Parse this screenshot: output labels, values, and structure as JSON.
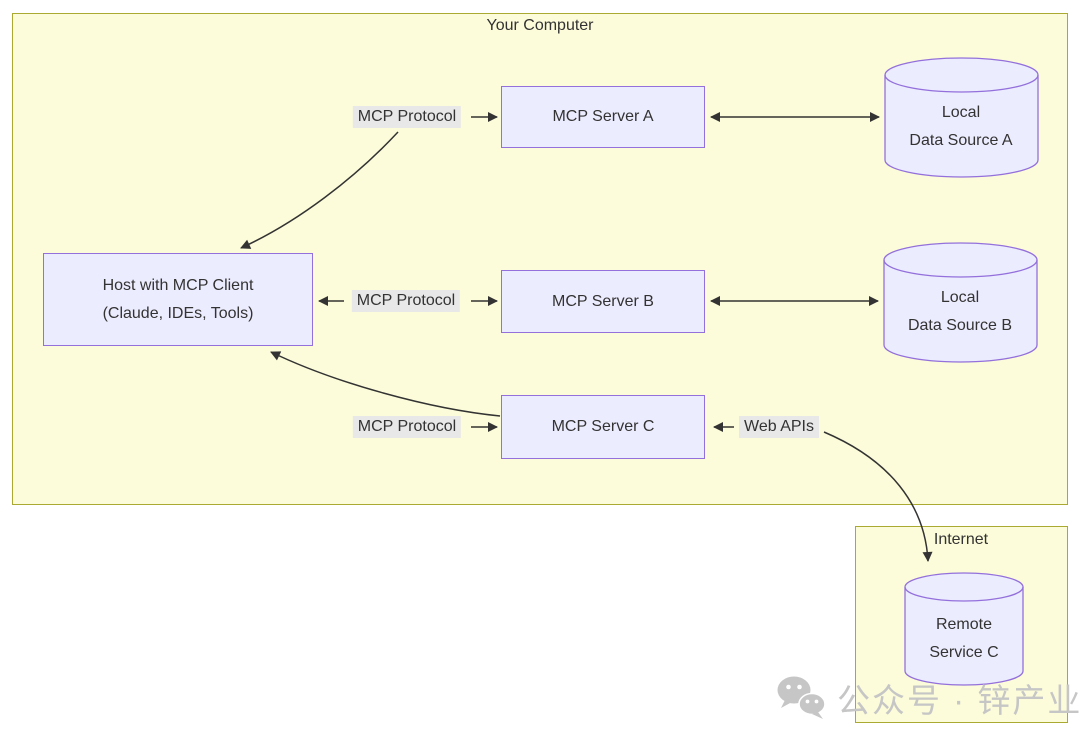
{
  "diagram": {
    "title": "Your Computer",
    "internet_title": "Internet",
    "nodes": {
      "host": {
        "line1": "Host with MCP Client",
        "line2": "(Claude, IDEs, Tools)"
      },
      "server_a": "MCP Server A",
      "server_b": "MCP Server B",
      "server_c": "MCP Server C",
      "data_source_a": {
        "line1": "Local",
        "line2": "Data Source A"
      },
      "data_source_b": {
        "line1": "Local",
        "line2": "Data Source B"
      },
      "remote_service": {
        "line1": "Remote",
        "line2": "Service C"
      }
    },
    "edge_labels": {
      "protocol_a": "MCP Protocol",
      "protocol_b": "MCP Protocol",
      "protocol_c": "MCP Protocol",
      "web_apis": "Web APIs"
    },
    "colors": {
      "group_fill": "#fcfcda",
      "group_border": "#aaaa33",
      "node_fill": "#ececff",
      "node_border": "#9370db",
      "edge_label_bg": "#e8e8e8",
      "arrow": "#333333",
      "text": "#333333"
    }
  },
  "watermark": {
    "icon": "wechat-icon",
    "text": "公众号 · 锌产业",
    "color": "#c6c6c6"
  }
}
